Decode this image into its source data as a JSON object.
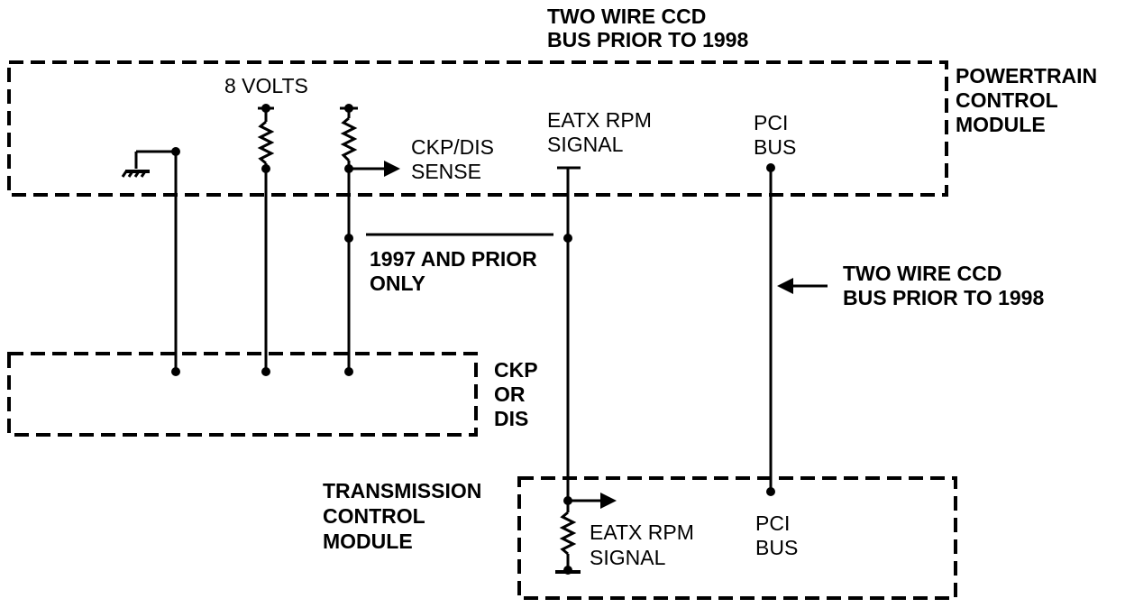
{
  "labels": {
    "ccd_top_line1": "TWO WIRE CCD",
    "ccd_top_line2": "BUS PRIOR TO 1998",
    "pcm_line1": "POWERTRAIN",
    "pcm_line2": "CONTROL",
    "pcm_line3": "MODULE",
    "volts": "8 VOLTS",
    "ckp_sense_line1": "CKP/DIS",
    "ckp_sense_line2": "SENSE",
    "eatx_pcm_line1": "EATX RPM",
    "eatx_pcm_line2": "SIGNAL",
    "pci_pcm_line1": "PCI",
    "pci_pcm_line2": "BUS",
    "prior_line1": "1997 AND PRIOR",
    "prior_line2": "ONLY",
    "ccd_mid_line1": "TWO WIRE CCD",
    "ccd_mid_line2": "BUS PRIOR TO 1998",
    "ckp_line1": "CKP",
    "ckp_line2": "OR",
    "ckp_line3": "DIS",
    "tcm_line1": "TRANSMISSION",
    "tcm_line2": "CONTROL",
    "tcm_line3": "MODULE",
    "eatx_tcm_line1": "EATX RPM",
    "eatx_tcm_line2": "SIGNAL",
    "pci_tcm_line1": "PCI",
    "pci_tcm_line2": "BUS"
  }
}
